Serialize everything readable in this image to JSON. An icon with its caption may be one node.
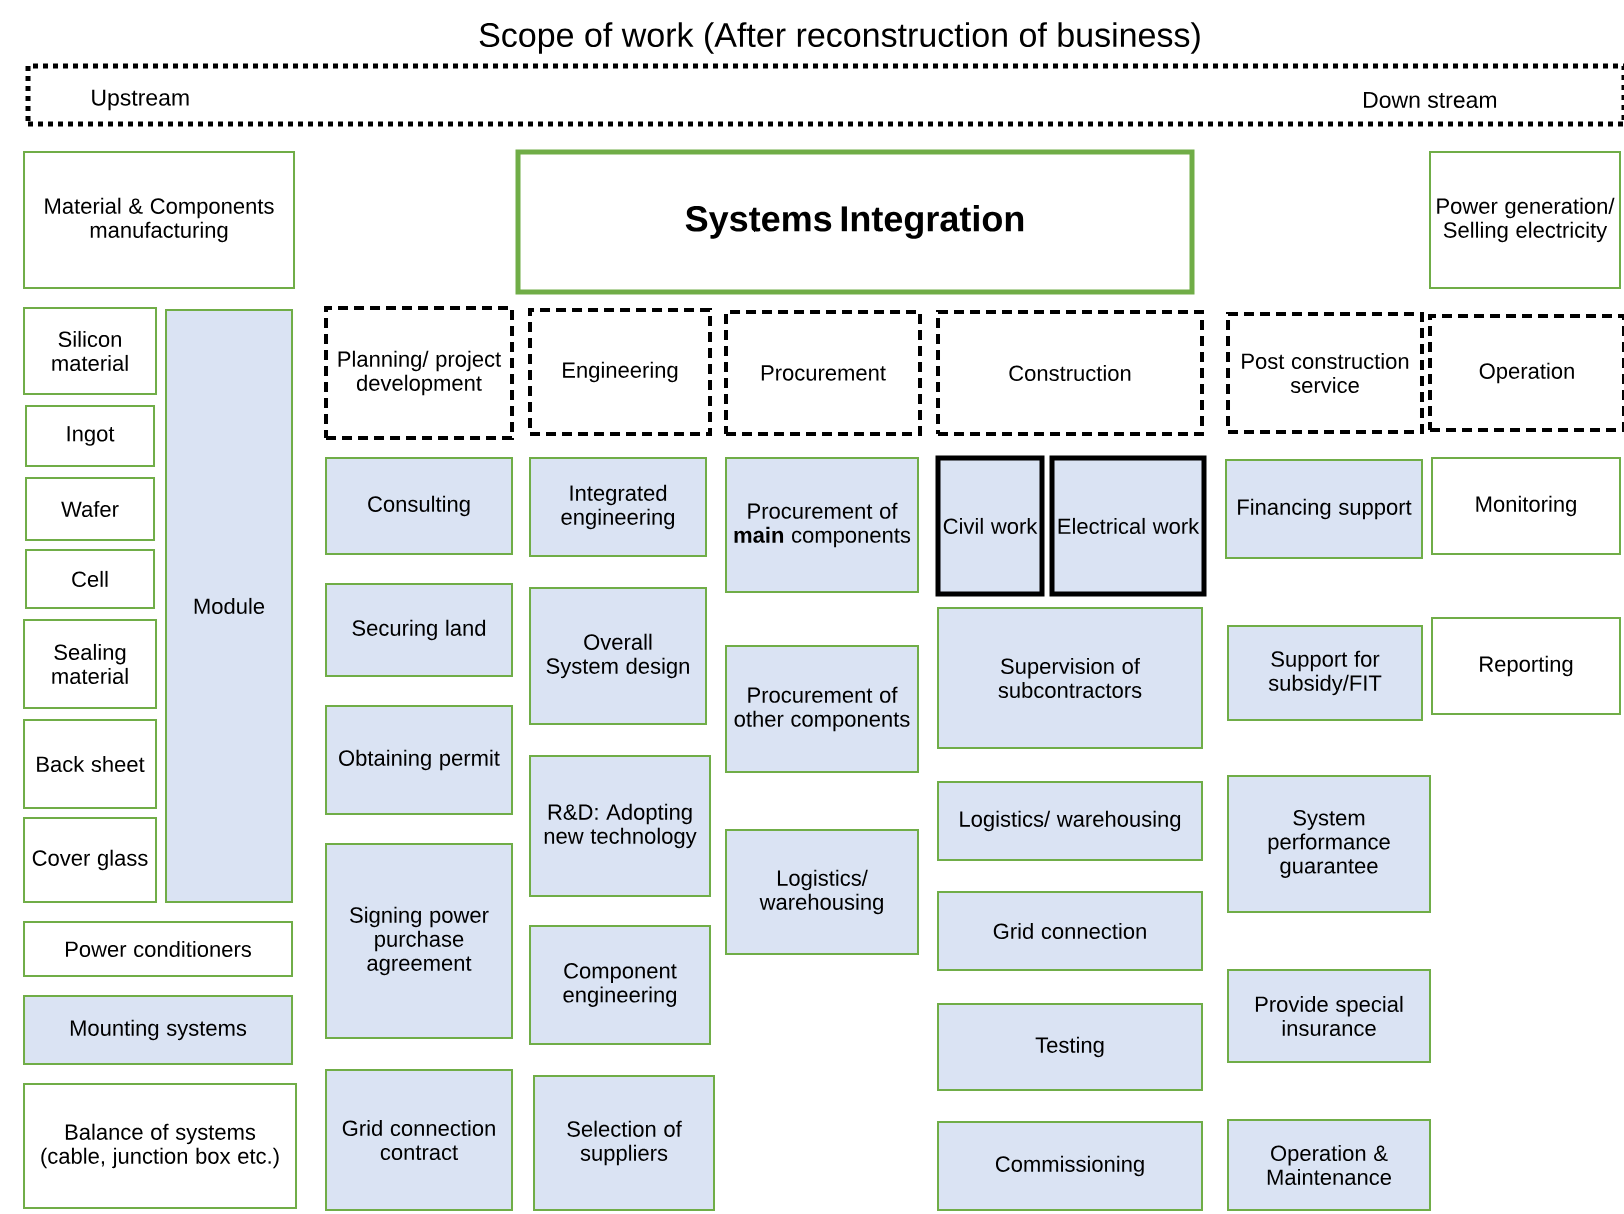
{
  "diagram": {
    "title": "Scope of work (After  reconstruction of business)",
    "nodes": [
      {
        "text": [
          "Upstream",
          "Down stream"
        ]
      },
      {
        "text": [
          "Material & Components manufacturing"
        ]
      },
      {
        "text": [
          "Systems Integration"
        ]
      },
      {
        "text": [
          "Power generation/ Selling electricity"
        ]
      },
      {
        "text": [
          "Planning/ project development"
        ]
      },
      {
        "text": [
          "Engineering"
        ]
      },
      {
        "text": [
          "Procurement"
        ]
      },
      {
        "text": [
          "Construction"
        ]
      },
      {
        "text": [
          "Post construction service"
        ]
      },
      {
        "text": [
          "Operation"
        ]
      },
      {
        "text": [
          "Silicon material"
        ]
      },
      {
        "text": [
          "Ingot"
        ]
      },
      {
        "text": [
          "Wafer"
        ]
      },
      {
        "text": [
          "Cell"
        ]
      },
      {
        "text": [
          "Sealing material"
        ]
      },
      {
        "text": [
          "Back sheet"
        ]
      },
      {
        "text": [
          "Cover glass"
        ]
      },
      {
        "text": [
          "Module"
        ]
      },
      {
        "text": [
          "Power conditioners"
        ]
      },
      {
        "text": [
          "Mounting systems"
        ]
      },
      {
        "text": [
          "Balance of systems (cable, junction box etc.)"
        ]
      },
      {
        "text": [
          "Consulting"
        ]
      },
      {
        "text": [
          "Securing land"
        ]
      },
      {
        "text": [
          "Obtaining permit"
        ]
      },
      {
        "text": [
          "Signing power purchase agreement"
        ]
      },
      {
        "text": [
          "Grid connection contract"
        ]
      },
      {
        "text": [
          "Integrated engineering"
        ]
      },
      {
        "text": [
          "Overall System design"
        ]
      },
      {
        "text": [
          "R&D: Adopting new technology"
        ]
      },
      {
        "text": [
          "Component engineering"
        ]
      },
      {
        "text": [
          "Selection of suppliers"
        ]
      },
      {
        "text": [
          "Procurement of **main** components"
        ]
      },
      {
        "text": [
          "Procurement of other components"
        ]
      },
      {
        "text": [
          "Logistics/ warehousing"
        ]
      },
      {
        "text": [
          "Civil work"
        ]
      },
      {
        "text": [
          "Electrical work"
        ]
      },
      {
        "text": [
          "Supervision of subcontractors"
        ]
      },
      {
        "text": [
          "Logistics/ warehousing"
        ]
      },
      {
        "text": [
          "Grid connection"
        ]
      },
      {
        "text": [
          "Testing"
        ]
      },
      {
        "text": [
          "Commissioning"
        ]
      },
      {
        "text": [
          "Financing support"
        ]
      },
      {
        "text": [
          "Support for subsidy/FIT"
        ]
      },
      {
        "text": [
          "System performance guarantee"
        ]
      },
      {
        "text": [
          "Provide special insurance"
        ]
      },
      {
        "text": [
          "Operation & Maintenance"
        ]
      },
      {
        "text": [
          "Monitoring"
        ]
      },
      {
        "text": [
          "Reporting"
        ]
      }
    ]
  }
}
